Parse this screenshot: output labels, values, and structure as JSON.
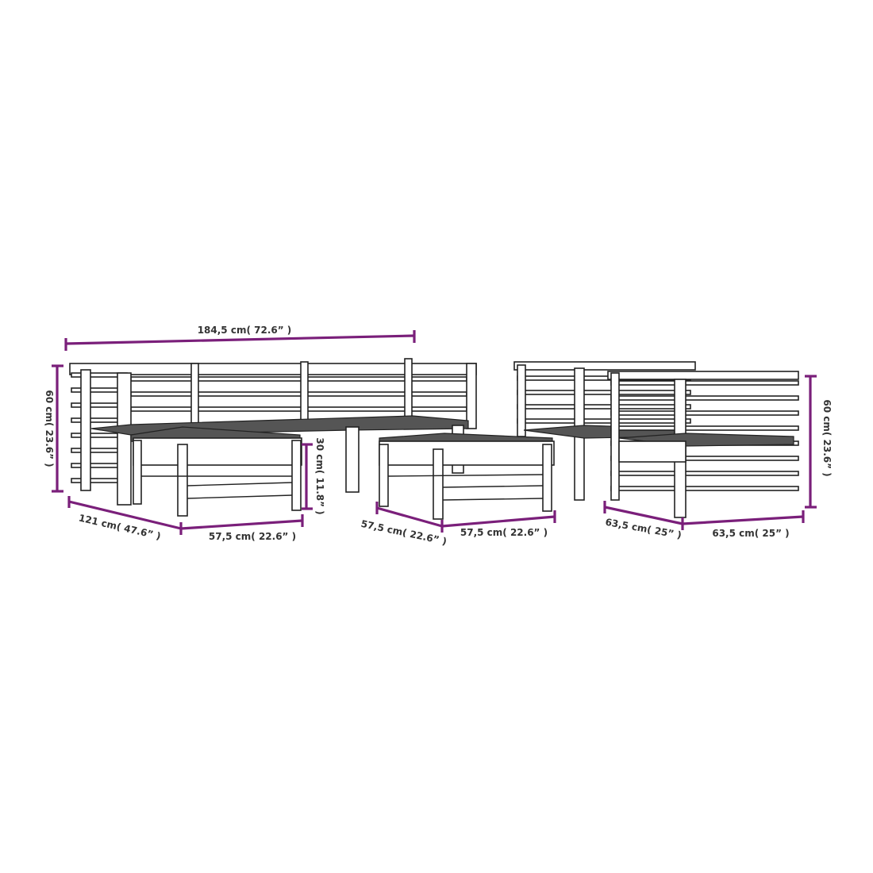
{
  "colors": {
    "dimension_line": "#7a1f7a",
    "drawing_line": "#222222"
  },
  "dimensions": {
    "sofa_total_width": "184,5 cm( 72.6” )",
    "sofa_height": "60 cm( 23.6” )",
    "sofa_depth": "121 cm( 47.6” )",
    "ottoman1_width": "57,5 cm( 22.6” )",
    "ottoman_height": "30 cm( 11.8” )",
    "ottoman2_depth": "57,5 cm( 22.6” )",
    "ottoman2_width": "57,5 cm( 22.6” )",
    "chair_depth": "63,5 cm( 25” )",
    "chair_width": "63,5 cm( 25” )",
    "chair_height": "60 cm( 23.6” )"
  }
}
